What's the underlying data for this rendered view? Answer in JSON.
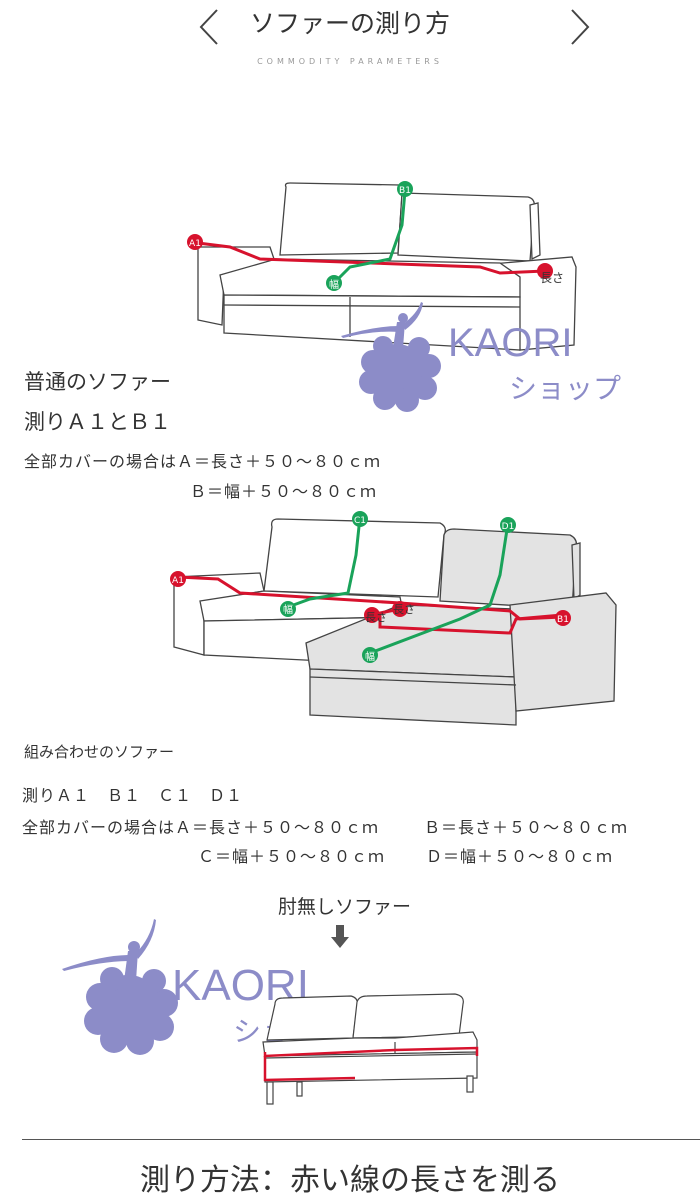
{
  "header": {
    "title": "ソファーの測り方",
    "subtitle": "COMMODITY PARAMETERS",
    "prev_icon": "chevron-left-icon",
    "next_icon": "chevron-right-icon"
  },
  "watermark": {
    "brand": "KAORI",
    "sub": "ショップ",
    "icon": "ballerina-logo-icon",
    "color": "#8c8cc8"
  },
  "section1": {
    "labels": {
      "a1": "A1",
      "b1": "B1",
      "width": "幅",
      "length": "長さ"
    },
    "title1": "普通のソファー",
    "title2": "測りＡ１とＢ１",
    "line1": "全部カバーの場合はＡ＝長さ＋５０～８０ｃｍ",
    "line2": "Ｂ＝幅＋５０～８０ｃｍ"
  },
  "section2": {
    "labels": {
      "a1": "A1",
      "b1": "B1",
      "c1": "C1",
      "d1": "D1",
      "width": "幅",
      "length": "長さ"
    },
    "title1": "組み合わせのソファー",
    "title2": "測りＡ１　Ｂ１　Ｃ１　Ｄ１",
    "line1a": "全部カバーの場合はＡ＝長さ＋５０～８０ｃｍ",
    "line1b": "Ｂ＝長さ＋５０～８０ｃｍ",
    "line2a": "Ｃ＝幅＋５０～８０ｃｍ",
    "line2b": "Ｄ＝幅＋５０～８０ｃｍ"
  },
  "section3": {
    "label": "肘無しソファー",
    "arrow_icon": "arrow-down-icon"
  },
  "footer": {
    "text": "測り方法：赤い線の長さを測る"
  },
  "colors": {
    "red": "#d7122d",
    "green": "#1aa35a",
    "grey_sofa": "#e3e3e3"
  }
}
